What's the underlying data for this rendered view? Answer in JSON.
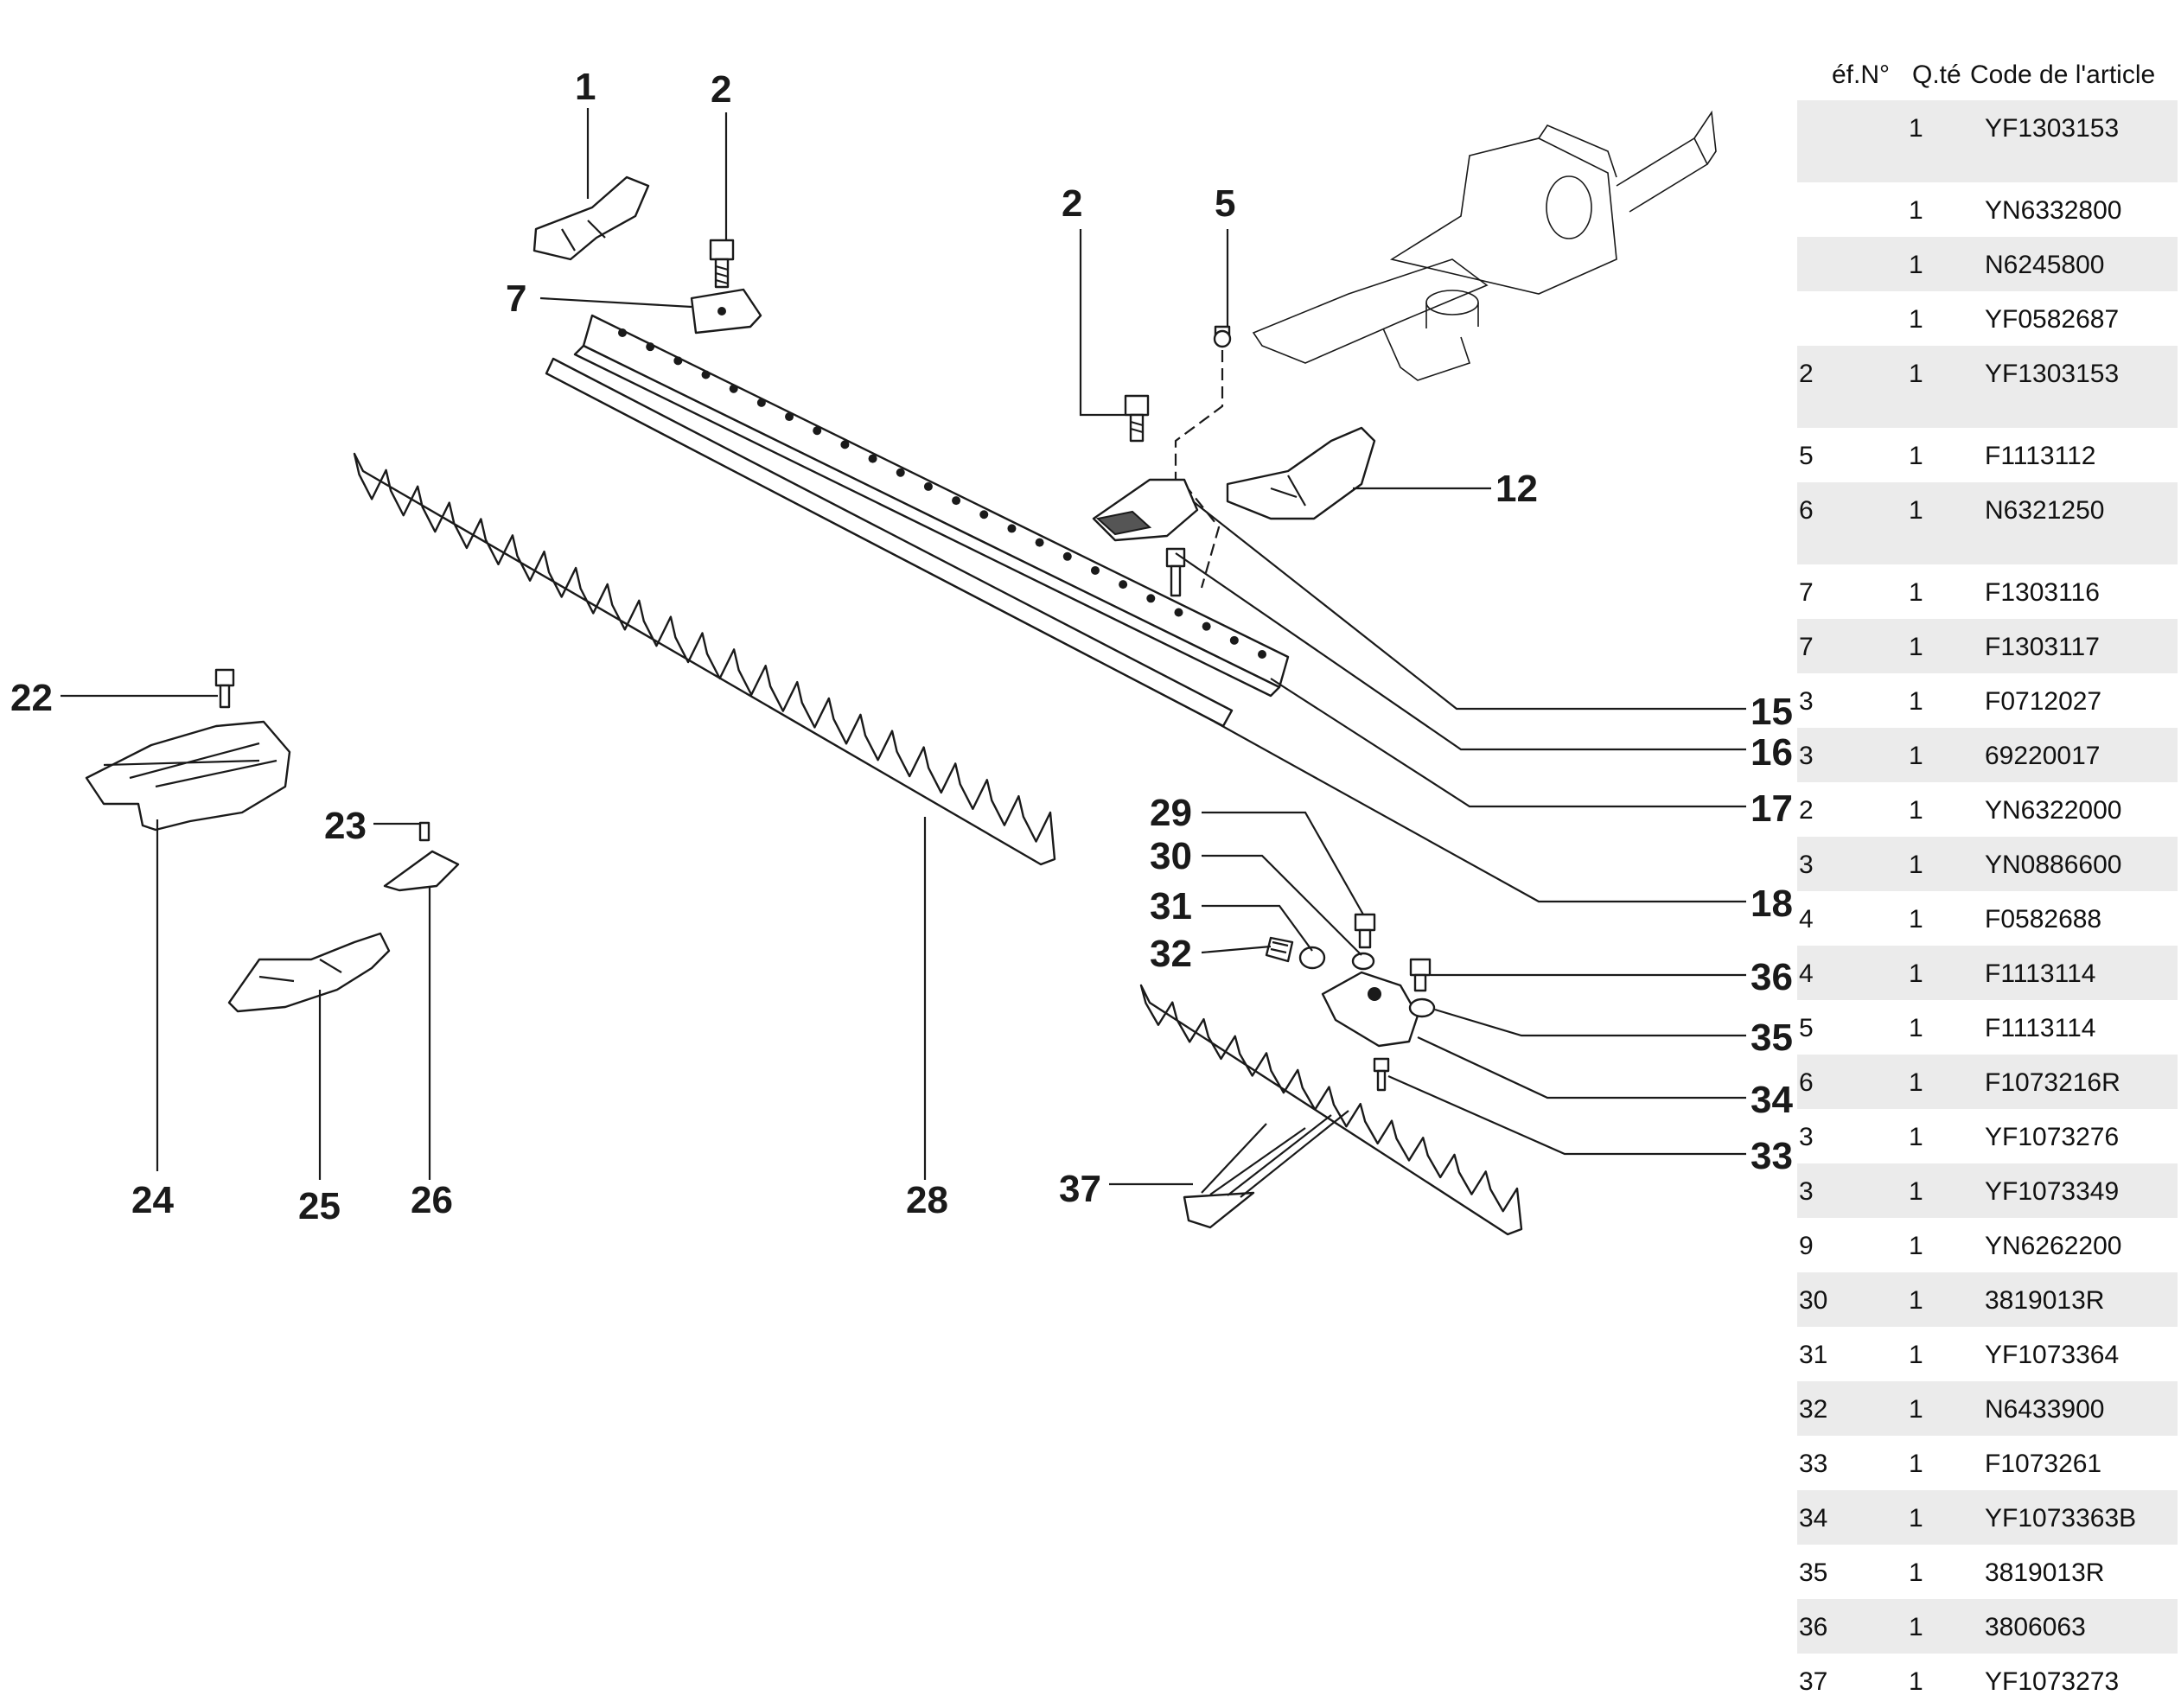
{
  "diagram": {
    "callouts": [
      "1",
      "2",
      "2",
      "5",
      "7",
      "12",
      "15",
      "16",
      "17",
      "18",
      "22",
      "23",
      "24",
      "25",
      "26",
      "28",
      "29",
      "30",
      "31",
      "32",
      "33",
      "34",
      "35",
      "36",
      "37"
    ]
  },
  "table": {
    "headers": {
      "ref": "éf.N°",
      "qty": "Q.té",
      "code": "Code de l'article"
    },
    "rows": [
      {
        "ref": "",
        "qty": "1",
        "code": "YF1303153"
      },
      {
        "ref": "",
        "qty": "1",
        "code": "YN6332800"
      },
      {
        "ref": "",
        "qty": "1",
        "code": "N6245800"
      },
      {
        "ref": "",
        "qty": "1",
        "code": "YF0582687"
      },
      {
        "ref": "2",
        "qty": "1",
        "code": "YF1303153"
      },
      {
        "ref": "5",
        "qty": "1",
        "code": "F1113112"
      },
      {
        "ref": "6",
        "qty": "1",
        "code": "N6321250"
      },
      {
        "ref": "7",
        "qty": "1",
        "code": "F1303116"
      },
      {
        "ref": "7",
        "qty": "1",
        "code": "F1303117"
      },
      {
        "ref": "3",
        "qty": "1",
        "code": "F0712027"
      },
      {
        "ref": "3",
        "qty": "1",
        "code": "69220017"
      },
      {
        "ref": "2",
        "qty": "1",
        "code": "YN6322000"
      },
      {
        "ref": "3",
        "qty": "1",
        "code": "YN0886600"
      },
      {
        "ref": "4",
        "qty": "1",
        "code": "F0582688"
      },
      {
        "ref": "4",
        "qty": "1",
        "code": "F1113114"
      },
      {
        "ref": "5",
        "qty": "1",
        "code": "F1113114"
      },
      {
        "ref": "6",
        "qty": "1",
        "code": "F1073216R"
      },
      {
        "ref": "3",
        "qty": "1",
        "code": "YF1073276"
      },
      {
        "ref": "3",
        "qty": "1",
        "code": "YF1073349"
      },
      {
        "ref": "9",
        "qty": "1",
        "code": "YN6262200"
      },
      {
        "ref": "30",
        "qty": "1",
        "code": "3819013R"
      },
      {
        "ref": "31",
        "qty": "1",
        "code": "YF1073364"
      },
      {
        "ref": "32",
        "qty": "1",
        "code": "N6433900"
      },
      {
        "ref": "33",
        "qty": "1",
        "code": "F1073261"
      },
      {
        "ref": "34",
        "qty": "1",
        "code": "YF1073363B"
      },
      {
        "ref": "35",
        "qty": "1",
        "code": "3819013R"
      },
      {
        "ref": "36",
        "qty": "1",
        "code": "3806063"
      },
      {
        "ref": "37",
        "qty": "1",
        "code": "YF1073273"
      }
    ]
  }
}
